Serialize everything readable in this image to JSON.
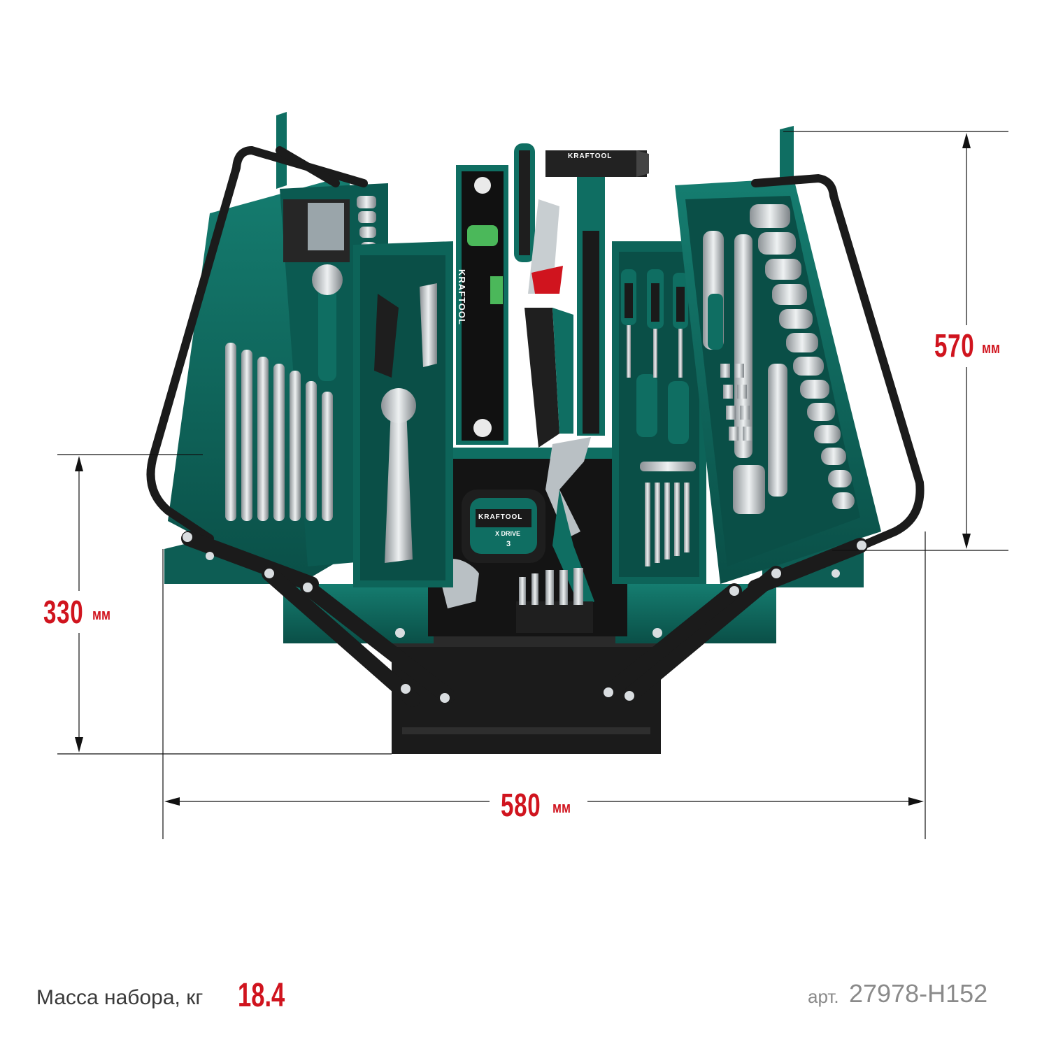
{
  "dimensions": {
    "height_open": {
      "value": "570",
      "unit": "мм"
    },
    "height_closed": {
      "value": "330",
      "unit": "мм"
    },
    "width": {
      "value": "580",
      "unit": "мм"
    }
  },
  "footer": {
    "mass_label": "Масса набора, кг",
    "mass_value": "18.4",
    "article_label": "арт.",
    "article_value": "27978-H152"
  },
  "brand": {
    "logo_text": "KRAFTOOL",
    "tape_label": "X DRIVE",
    "tape_number": "3"
  },
  "colors": {
    "accent_red": "#d0141e",
    "box_green": "#0f6e62",
    "box_green_dark": "#0a4f47",
    "box_black": "#1b1b1b",
    "text_gray": "#8a8a8a"
  }
}
